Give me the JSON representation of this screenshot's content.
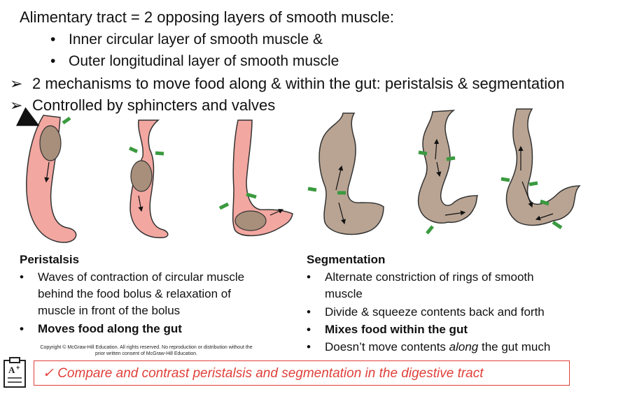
{
  "header": {
    "title": "Alimentary tract = 2 opposing layers of smooth muscle:",
    "bullets": [
      "Inner circular layer of smooth muscle &",
      "Outer longitudinal layer of smooth muscle"
    ],
    "arrow_bullets": [
      "2 mechanisms to move food along & within the gut: peristalsis & segmentation",
      "Controlled by sphincters and valves"
    ]
  },
  "peristalsis": {
    "heading": "Peristalsis",
    "item1_l1": "Waves of contraction of circular muscle",
    "item1_l2": "behind the food bolus & relaxation of",
    "item1_l3": "muscle in front of the bolus",
    "item2": "Moves food along the gut"
  },
  "segmentation": {
    "heading": "Segmentation",
    "item1_l1": "Alternate constriction of rings of smooth",
    "item1_l2": "muscle",
    "item2": "Divide & squeeze contents back and forth",
    "item3": "Mixes food within the gut",
    "item4_pre": "Doesn’t move contents ",
    "item4_em": "along",
    "item4_post": " the gut much"
  },
  "copyright": {
    "line1": "Copyright © McGraw-Hill Education. All rights reserved. No reproduction or distribution without the",
    "line2": "prior written consent of McGraw-Hill Education."
  },
  "objective": {
    "check": "✓",
    "text": "Compare and contrast peristalsis and segmentation in the digestive tract"
  },
  "colors": {
    "muscle_pink": "#f2a7a0",
    "bolus_brown": "#a88f7b",
    "segment_tan": "#b9a493",
    "arrow_green": "#3a9a3f",
    "accent_red": "#e0403a"
  },
  "icons": {
    "objective": "grade-a-plus-icon",
    "check": "check-mark-icon"
  }
}
